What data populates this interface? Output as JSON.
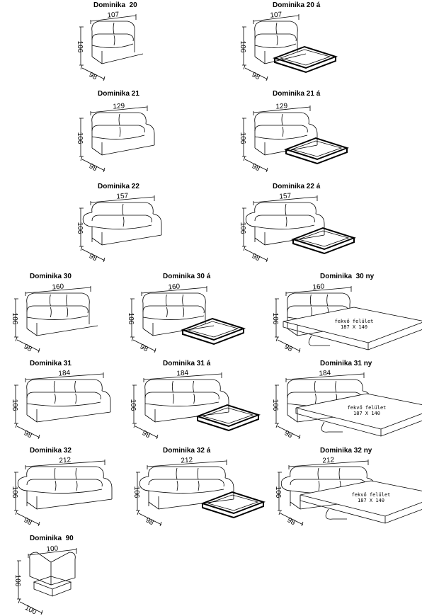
{
  "items": [
    {
      "title": "Dominika  20",
      "width": "107",
      "height": "106",
      "depth": "98",
      "kind": "chair",
      "variant": "plain"
    },
    {
      "title": "Dominika 20 á",
      "width": "107",
      "height": "106",
      "depth": "98",
      "kind": "chair",
      "variant": "drawer"
    },
    {
      "title": "Dominika 21",
      "width": "129",
      "height": "106",
      "depth": "98",
      "kind": "chairArm",
      "variant": "plain"
    },
    {
      "title": "Dominika 21 á",
      "width": "129",
      "height": "106",
      "depth": "98",
      "kind": "chairArm",
      "variant": "drawer"
    },
    {
      "title": "Dominika 22",
      "width": "157",
      "height": "106",
      "depth": "98",
      "kind": "chairRound",
      "variant": "plain"
    },
    {
      "title": "Dominika 22 á",
      "width": "157",
      "height": "106",
      "depth": "98",
      "kind": "chairRound",
      "variant": "drawer"
    },
    {
      "title": "Dominika 30",
      "width": "160",
      "height": "106",
      "depth": "98",
      "kind": "sofa3",
      "variant": "plain"
    },
    {
      "title": "Dominika 30 á",
      "width": "160",
      "height": "106",
      "depth": "98",
      "kind": "sofa3",
      "variant": "drawer"
    },
    {
      "title": "Dominika  30 ny",
      "width": "160",
      "height": "106",
      "depth": "98",
      "kind": "sofa3",
      "variant": "bed",
      "bed_label": "fekvő felület",
      "bed_size": "187 X 140"
    },
    {
      "title": "Dominika 31",
      "width": "184",
      "height": "106",
      "depth": "98",
      "kind": "sofaArm",
      "variant": "plain"
    },
    {
      "title": "Dominika 31 á",
      "width": "184",
      "height": "106",
      "depth": "98",
      "kind": "sofaArm",
      "variant": "drawer"
    },
    {
      "title": "Dominika 31 ny",
      "width": "184",
      "height": "106",
      "depth": "98",
      "kind": "sofaArm",
      "variant": "bed",
      "bed_label": "fekvő felület",
      "bed_size": "187 X 140"
    },
    {
      "title": "Dominika 32",
      "width": "212",
      "height": "106",
      "depth": "98",
      "kind": "sofaRound",
      "variant": "plain"
    },
    {
      "title": "Dominika 32 á",
      "width": "212",
      "height": "106",
      "depth": "98",
      "kind": "sofaRound",
      "variant": "drawer"
    },
    {
      "title": "Dominika 32 ny",
      "width": "212",
      "height": "106",
      "depth": "98",
      "kind": "sofaRound",
      "variant": "bed",
      "bed_label": "fekvő felület",
      "bed_size": "187 X 140"
    },
    {
      "title": "Dominika  90",
      "width": "100",
      "height": "106",
      "depth": "100",
      "kind": "corner",
      "variant": "plain"
    }
  ]
}
